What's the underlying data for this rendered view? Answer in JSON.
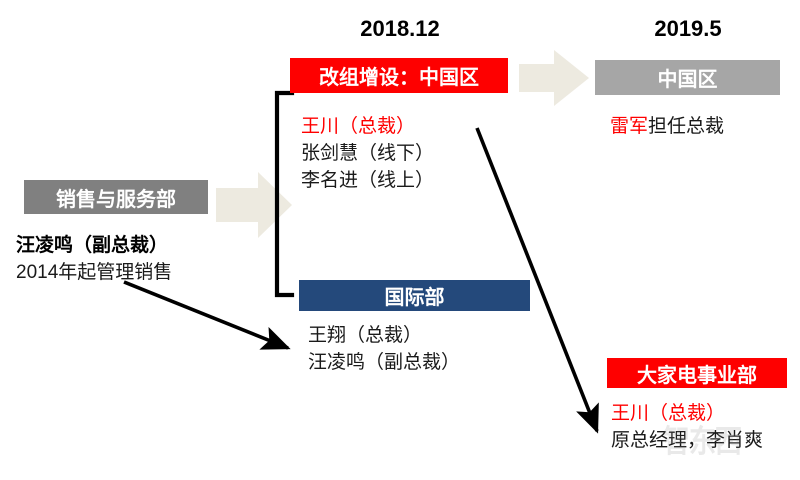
{
  "diagram": {
    "title_timeline": [
      "2018.12",
      "2019.5"
    ],
    "columns": {
      "before": {
        "box": {
          "label": "销售与服务部",
          "color": "#808080",
          "text_color": "#ffffff"
        },
        "notes": [
          {
            "text": "汪凌鸣（副总裁）",
            "style": "bold-black"
          },
          {
            "text": "2014年起管理销售",
            "style": "plain"
          }
        ]
      },
      "dec2018": {
        "date": "2018.12",
        "china_region": {
          "box": {
            "label": "改组增设：中国区",
            "color": "#FE0000",
            "text_color": "#ffffff"
          },
          "notes": [
            {
              "text": "王川（总裁）",
              "style": "red-name"
            },
            {
              "text": "张剑慧（线下）",
              "style": "plain"
            },
            {
              "text": "李名进（线上）",
              "style": "plain"
            }
          ]
        },
        "international": {
          "box": {
            "label": "国际部",
            "color": "#24497B",
            "text_color": "#ffffff"
          },
          "notes": [
            {
              "text": "王翔（总裁）",
              "style": "plain"
            },
            {
              "text": "汪凌鸣（副总裁）",
              "style": "plain"
            }
          ]
        }
      },
      "may2019": {
        "date": "2019.5",
        "china_region": {
          "box": {
            "label": "中国区",
            "color": "#A6A6A6",
            "text_color": "#ffffff"
          },
          "note_parts": [
            {
              "text": "雷军",
              "style": "red-name"
            },
            {
              "text": "担任总裁",
              "style": "plain"
            }
          ]
        },
        "appliances": {
          "box": {
            "label": "大家电事业部",
            "color": "#FE0000",
            "text_color": "#ffffff"
          },
          "notes": [
            {
              "text": "王川（总裁）",
              "style": "red-name"
            },
            {
              "text": "原总经理，李肖爽",
              "style": "plain"
            }
          ]
        }
      }
    },
    "connectors": {
      "block_arrow_left": "block-arrow-right",
      "block_arrow_top": "block-arrow-right",
      "bracket": "split-bracket",
      "arrow_wang_lingming": "arrow-to-international",
      "arrow_wangchuan": "arrow-to-appliances"
    },
    "watermark": "智东西"
  }
}
